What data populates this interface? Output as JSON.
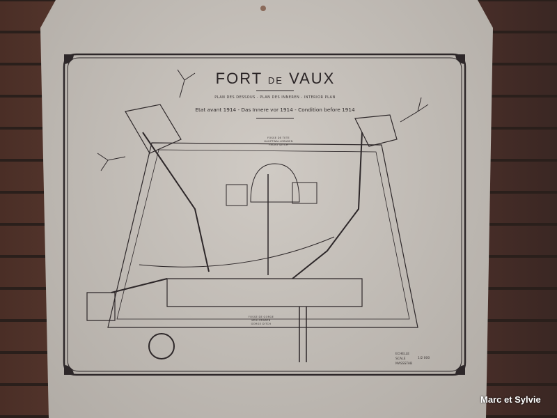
{
  "sign": {
    "title_main": "FORT",
    "title_de": "DE",
    "title_end": "VAUX",
    "subtitle_plan": "PLAN DES DESSOUS - PLAN DES INNEREN - INTERIOR PLAN",
    "subtitle_state": "Etat avant 1914 - Das Innere vor 1914 - Condition before 1914",
    "front_ditch": [
      "FOSSE DE TETE",
      "HAUPTWALLGRABEN",
      "FRONT DITCH"
    ],
    "gorge_ditch": [
      "FOSSE DE GORGE",
      "KEHLGRABEN",
      "GORGE DITCH"
    ],
    "scale_labels": [
      "ECHELLE",
      "SCALE",
      "MASSSTAB"
    ],
    "scale_value": "1/2 000"
  },
  "credit": "Marc et Sylvie"
}
